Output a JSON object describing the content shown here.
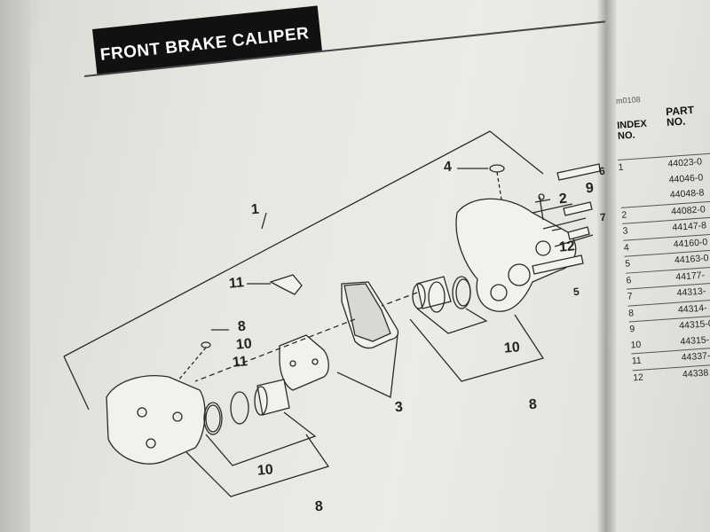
{
  "title": "FRONT BRAKE CALIPER",
  "figure_id": "m0108",
  "table": {
    "col_index": [
      "INDEX",
      "NO."
    ],
    "col_part": [
      "PART",
      "NO."
    ],
    "rows": [
      {
        "index": "1",
        "part": "44023-0"
      },
      {
        "index": "",
        "part": "44046-0"
      },
      {
        "index": "",
        "part": "44048-8"
      },
      {
        "index": "2",
        "part": "44082-0"
      },
      {
        "index": "3",
        "part": "44147-8"
      },
      {
        "index": "4",
        "part": "44160-0"
      },
      {
        "index": "5",
        "part": "44163-0"
      },
      {
        "index": "6",
        "part": "44177-"
      },
      {
        "index": "7",
        "part": "44313-"
      },
      {
        "index": "8",
        "part": "44314-"
      },
      {
        "index": "9",
        "part": "44315-0"
      },
      {
        "index": "10",
        "part": "44315-"
      },
      {
        "index": "11",
        "part": "44337-"
      },
      {
        "index": "12",
        "part": "44338"
      }
    ]
  },
  "callouts": {
    "c1": "1",
    "c2": "2",
    "c3": "3",
    "c4": "4",
    "c5": "5",
    "c6": "6",
    "c7": "7",
    "c8a": "8",
    "c8b": "8",
    "c8c": "8",
    "c9": "9",
    "c10a": "10",
    "c10b": "10",
    "c10c": "10",
    "c11a": "11",
    "c11b": "11",
    "c12": "12"
  },
  "colors": {
    "ink": "#222222",
    "title_bg": "#111111",
    "paper": "#e9e8e3"
  }
}
